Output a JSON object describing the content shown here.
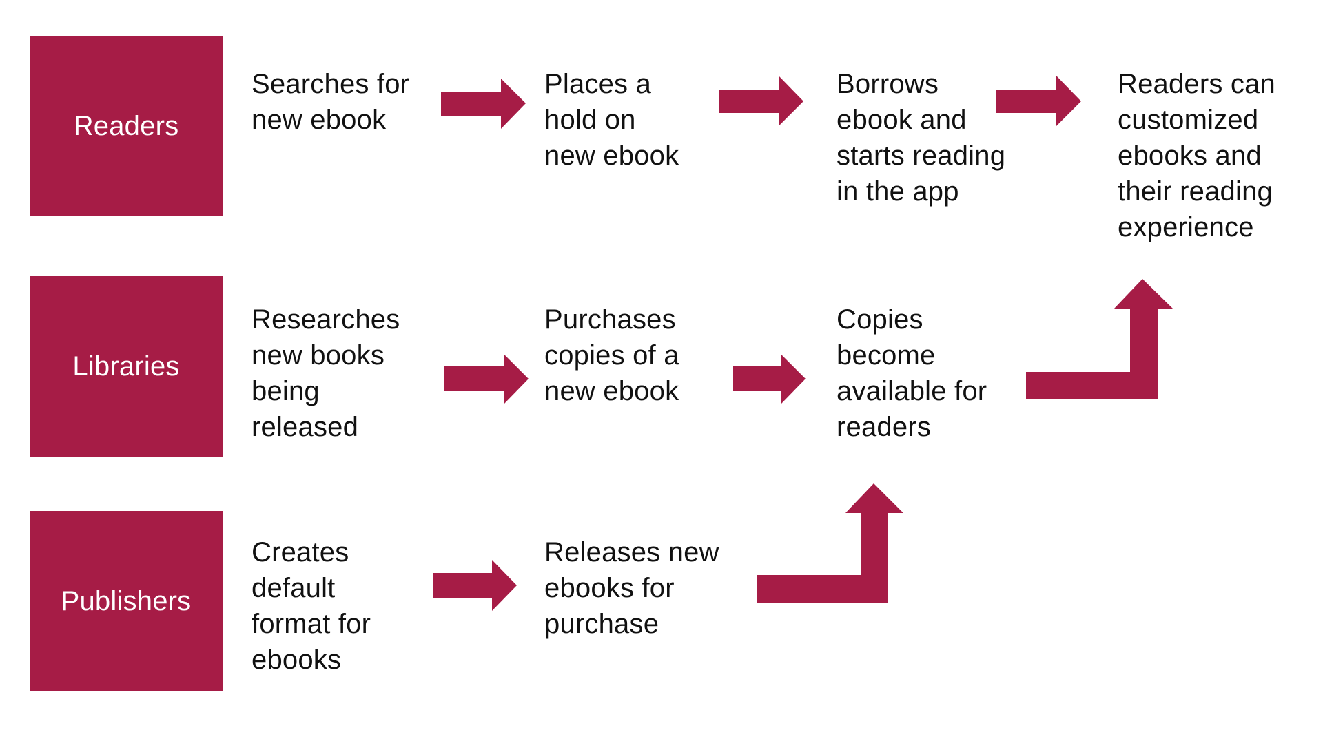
{
  "theme": {
    "accent": "#A61C46",
    "text": "#111111",
    "background": "#FFFFFF"
  },
  "roles": [
    {
      "label": "Readers"
    },
    {
      "label": "Libraries"
    },
    {
      "label": "Publishers"
    }
  ],
  "readers_row": {
    "step1": "Searches for\nnew ebook",
    "step2": "Places a\nhold on\nnew ebook",
    "step3": "Borrows\nebook and\nstarts reading\nin the app",
    "step4": "Readers can\ncustomized\nebooks and\ntheir reading\nexperience"
  },
  "libraries_row": {
    "step1": "Researches\nnew books\nbeing\nreleased",
    "step2": "Purchases\ncopies of a\nnew ebook",
    "step3": "Copies\nbecome\navailable for\nreaders"
  },
  "publishers_row": {
    "step1": "Creates\ndefault\nformat for\nebooks",
    "step2": "Releases new\nebooks for\npurchase"
  },
  "icons": {
    "right_arrow": "right-arrow-icon",
    "elbow_up_arrow": "elbow-up-arrow-icon"
  }
}
